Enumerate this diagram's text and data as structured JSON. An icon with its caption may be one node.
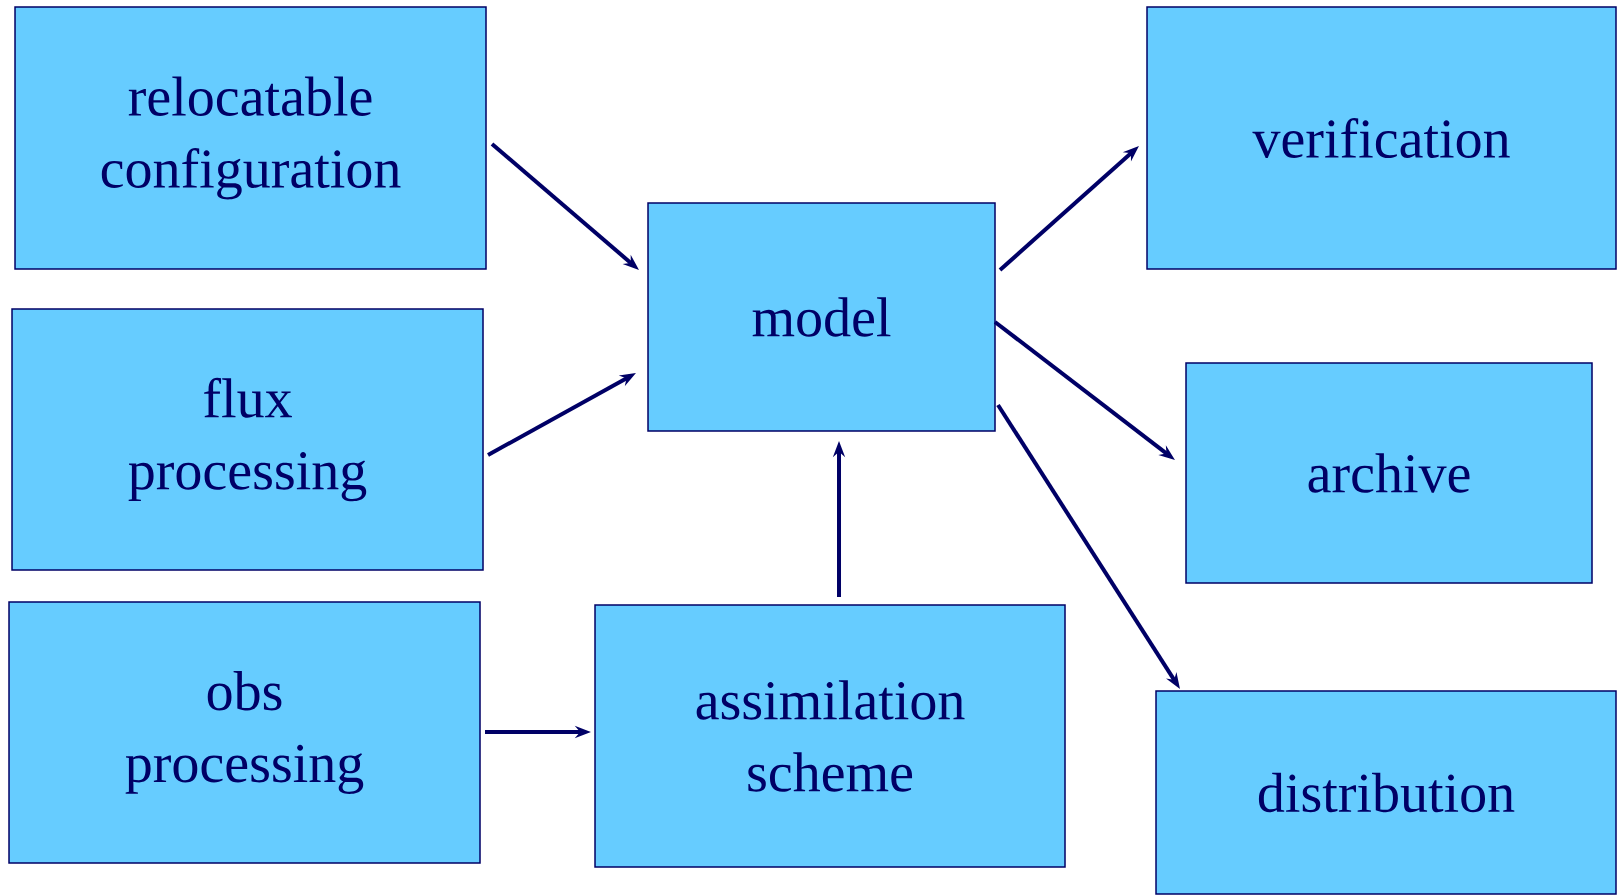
{
  "diagram": {
    "nodes": [
      {
        "text": [
          "relocatable configuration"
        ]
      },
      {
        "text": [
          "flux processing"
        ]
      },
      {
        "text": [
          "obs processing"
        ]
      },
      {
        "text": [
          "model"
        ]
      },
      {
        "text": [
          "assimilation scheme"
        ]
      },
      {
        "text": [
          "verification"
        ]
      },
      {
        "text": [
          "archive"
        ]
      },
      {
        "text": [
          "distribution"
        ]
      }
    ],
    "edges": [
      {
        "from": 0,
        "to": 3,
        "arrow": "to"
      },
      {
        "from": 1,
        "to": 3,
        "arrow": "to"
      },
      {
        "from": 2,
        "to": 4,
        "arrow": "to"
      },
      {
        "from": 4,
        "to": 3,
        "arrow": "to"
      },
      {
        "from": 3,
        "to": 5,
        "arrow": "to"
      },
      {
        "from": 3,
        "to": 6,
        "arrow": "to"
      },
      {
        "from": 3,
        "to": 7,
        "arrow": "to"
      }
    ]
  }
}
